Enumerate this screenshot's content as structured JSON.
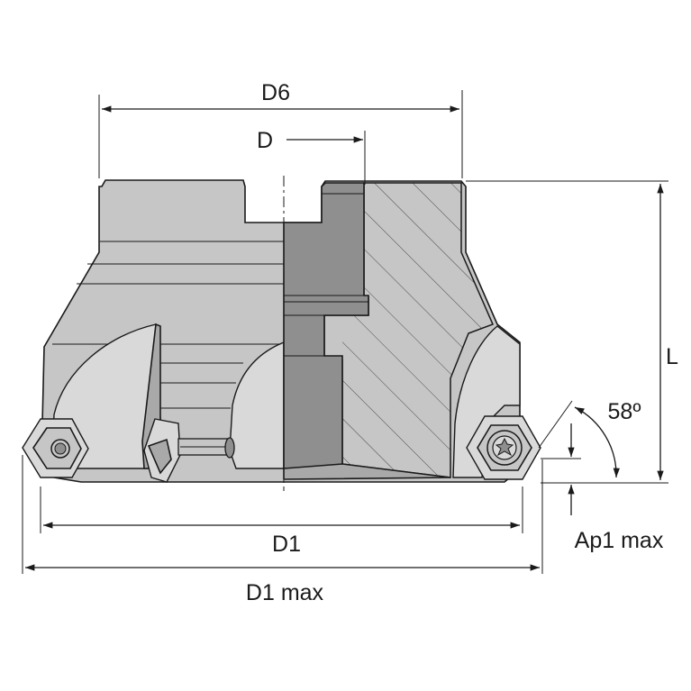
{
  "labels": {
    "d6": "D6",
    "d": "D",
    "l": "L",
    "angle": "58º",
    "ap1_max": "Ap1 max",
    "d1": "D1",
    "d1_max": "D1 max"
  },
  "colors": {
    "body": "#c6c6c6",
    "section": "#8f8f8f",
    "line": "#1a1a1a"
  }
}
